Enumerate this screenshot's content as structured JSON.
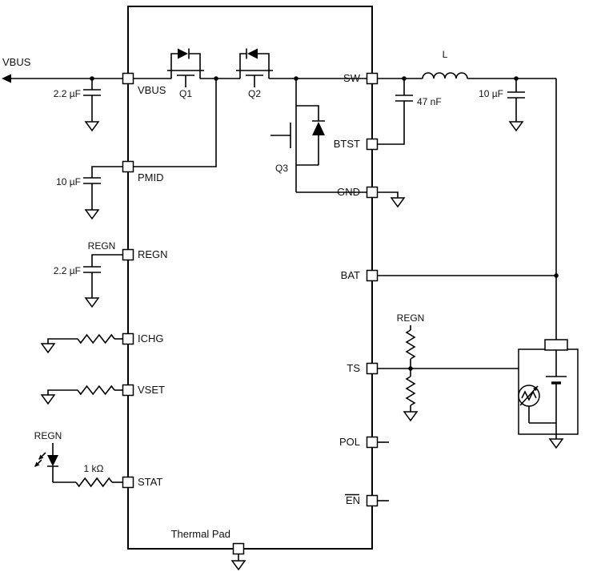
{
  "schematic": {
    "input_net": "VBUS",
    "ic": {
      "pins": {
        "vbus": "VBUS",
        "pmid": "PMID",
        "regn": "REGN",
        "ichg": "ICHG",
        "vset": "VSET",
        "stat": "STAT",
        "sw": "SW",
        "btst": "BTST",
        "gnd": "GND",
        "bat": "BAT",
        "ts": "TS",
        "pol": "POL",
        "en": "EN",
        "thermal_pad": "Thermal Pad"
      },
      "transistors": {
        "q1": "Q1",
        "q2": "Q2",
        "q3": "Q3"
      }
    },
    "components": {
      "c_vbus": "2.2 µF",
      "c_pmid": "10 µF",
      "c_regn": "2.2 µF",
      "r_stat": "1 kΩ",
      "inductor": "L",
      "c_btst": "47 nF",
      "c_out": "10 µF"
    },
    "net_labels": {
      "regn_pin": "REGN",
      "regn_led": "REGN",
      "regn_ts": "REGN"
    }
  }
}
